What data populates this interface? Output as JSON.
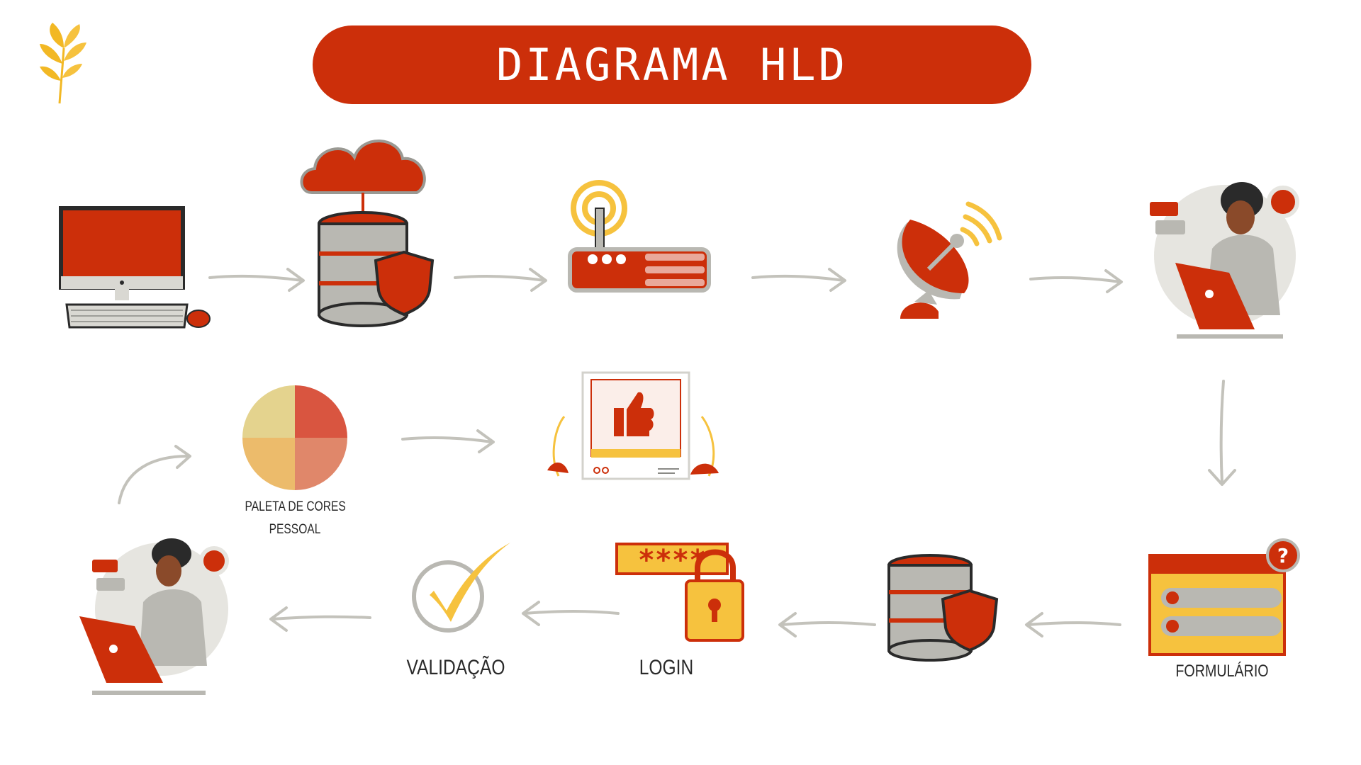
{
  "title": "DIAGRAMA HLD",
  "labels": {
    "palette_line1": "PALETA DE CORES",
    "palette_line2": "PESSOAL",
    "validation": "VALIDAÇÃO",
    "login": "LOGIN",
    "form": "FORMULÁRIO"
  },
  "login_mask": "****",
  "colors": {
    "primary_red": "#cc2f0a",
    "accent_yellow": "#f6c23e",
    "gray": "#b9b8b2",
    "dark": "#2a2a2a"
  },
  "palette_colors": [
    "#d95540",
    "#e0876a",
    "#ecbb6b",
    "#e4d38e"
  ]
}
